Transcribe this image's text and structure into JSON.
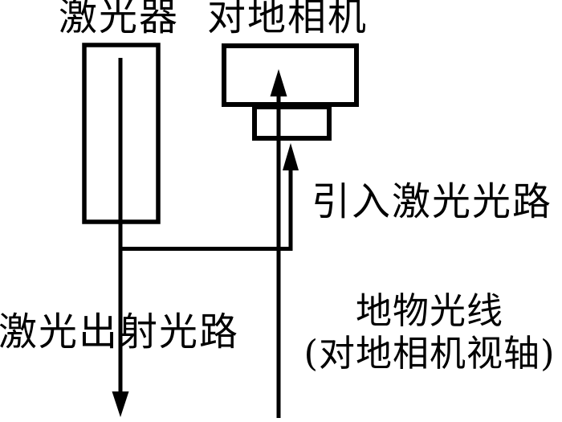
{
  "page": {
    "background_color": "#ffffff",
    "ink_color": "#000000"
  },
  "diagram": {
    "labels": {
      "laser": "激光器",
      "camera": "对地相机",
      "intro_laser_path": "引入激光光路",
      "laser_exit_path": "激光出射光路",
      "ground_light_line1": "地物光线",
      "ground_light_line2": "(对地相机视轴)"
    }
  }
}
